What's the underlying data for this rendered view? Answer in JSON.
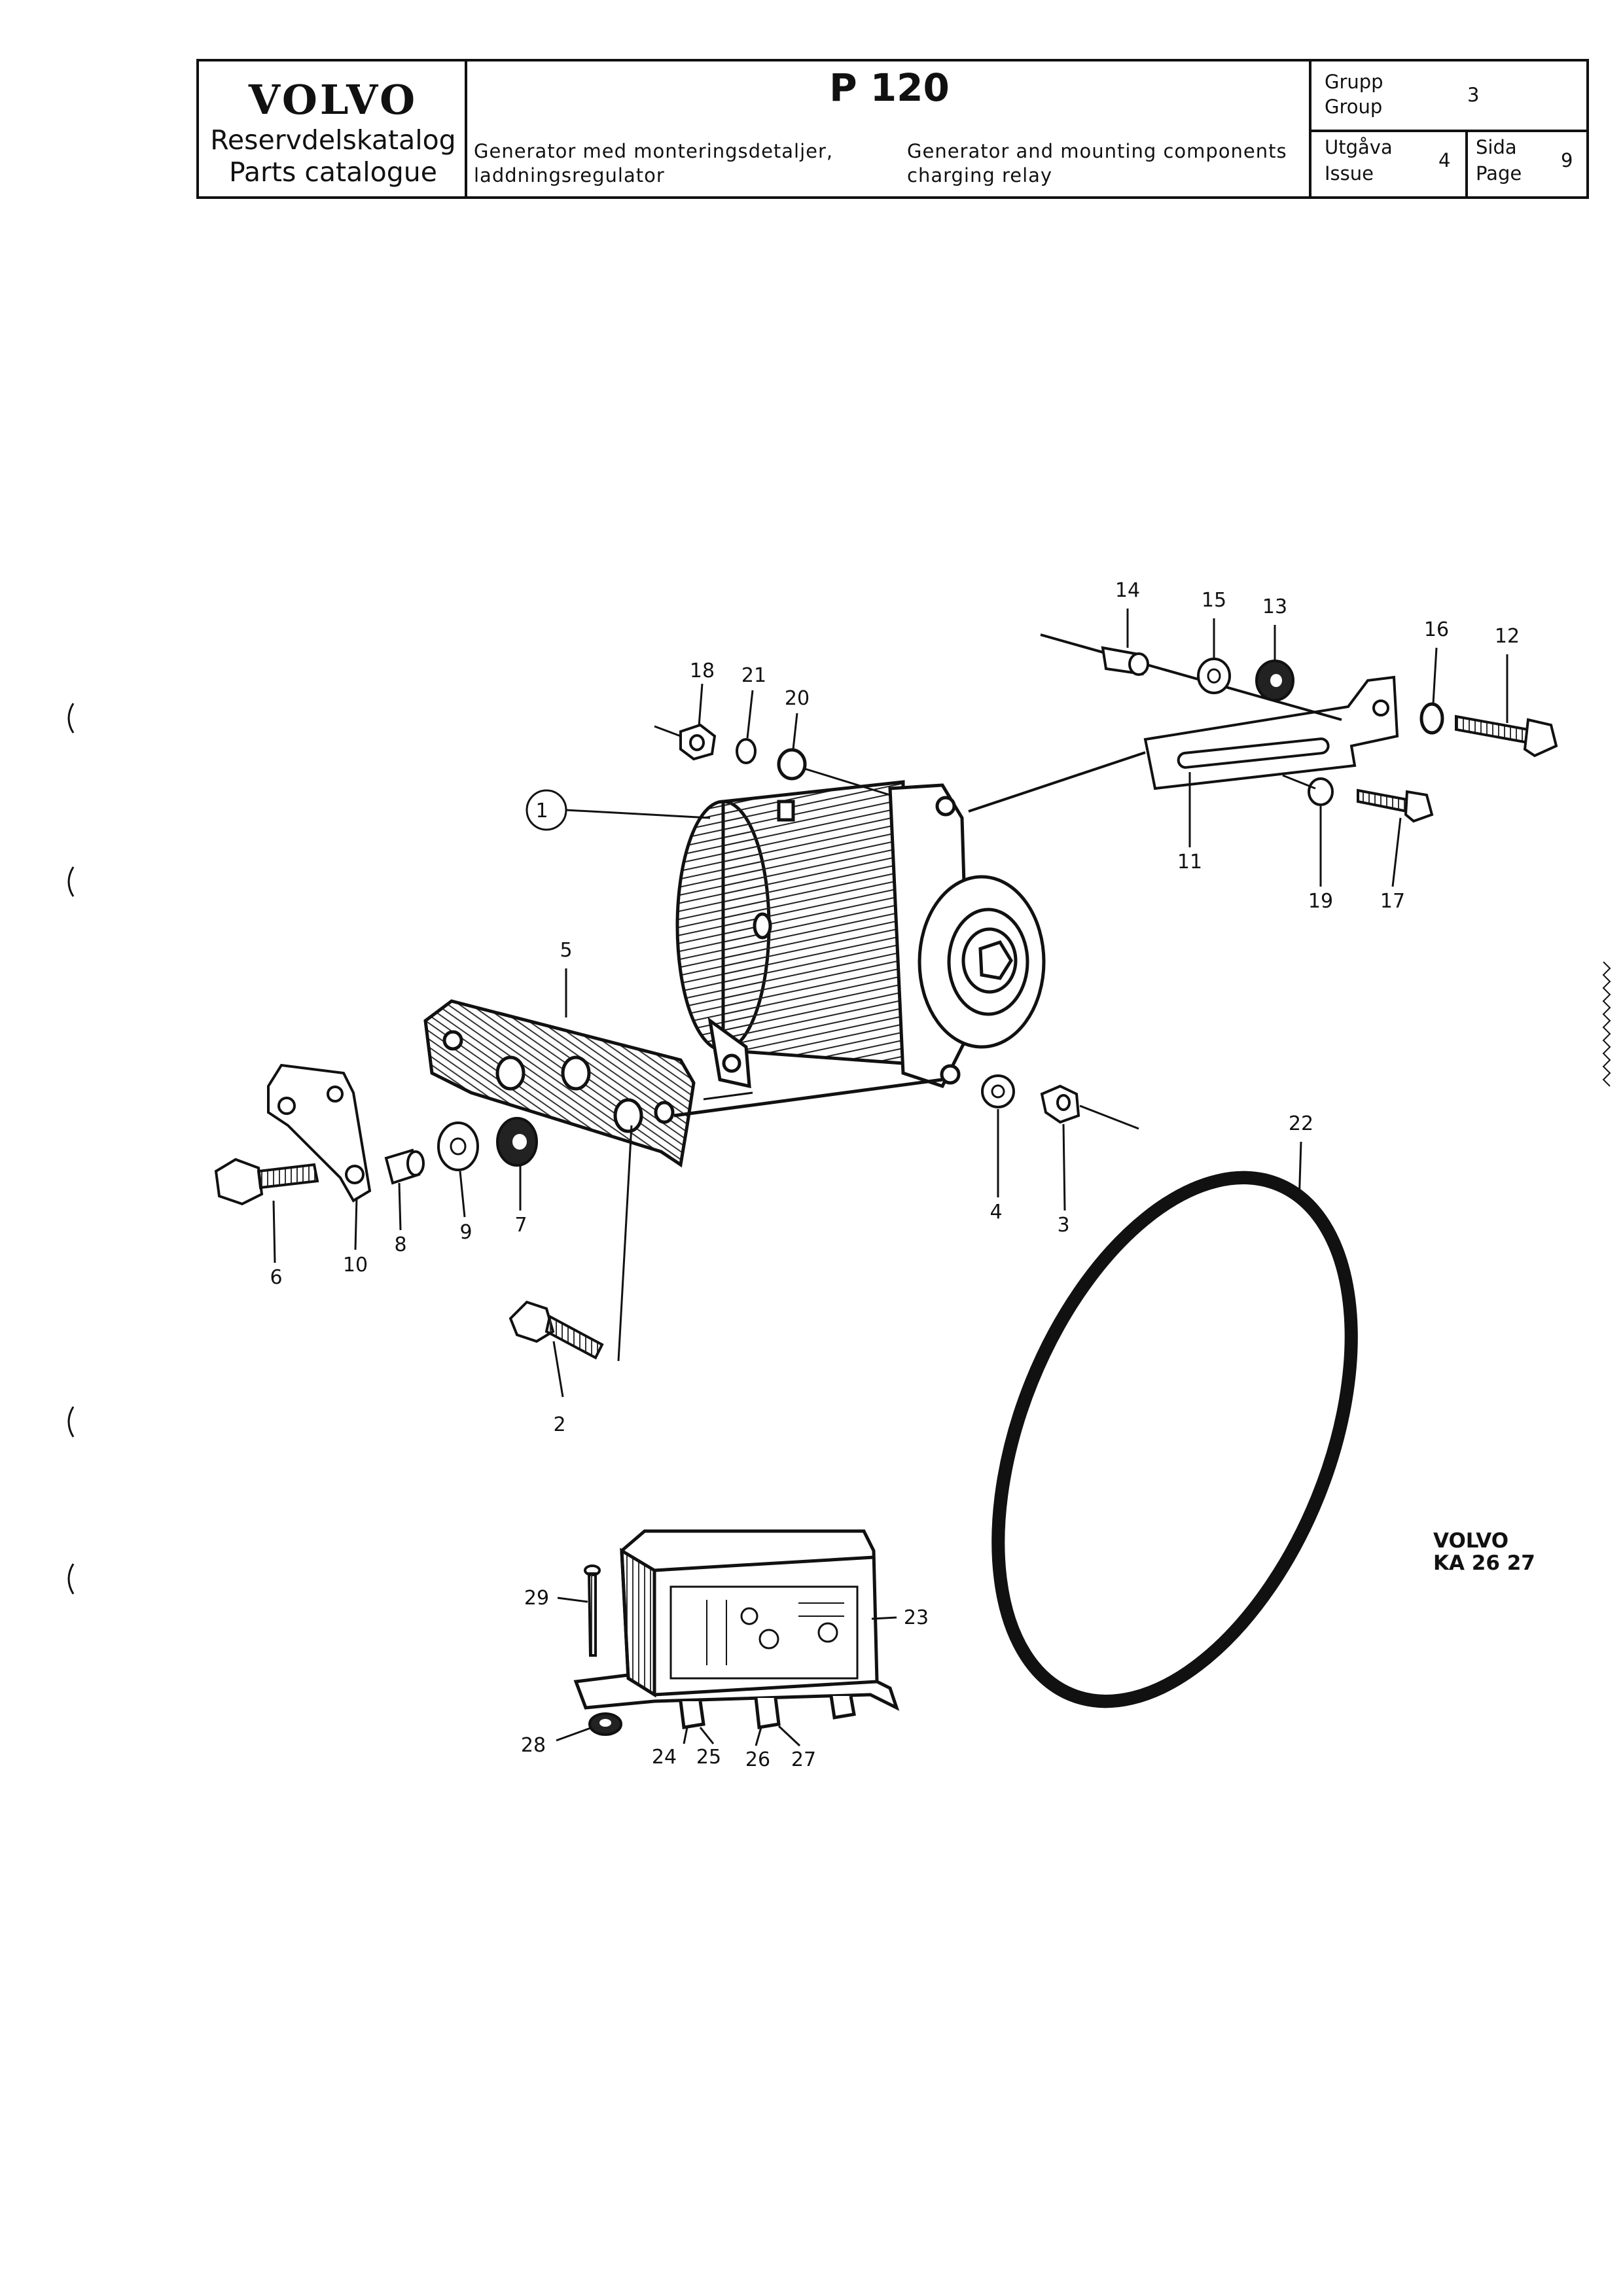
{
  "header": {
    "brand": "VOLVO",
    "catalog_sv": "Reservdelskatalog",
    "catalog_en": "Parts catalogue",
    "model": "P 120",
    "desc_sv_1": "Generator med monteringsdetaljer,",
    "desc_sv_2": "laddningsregulator",
    "desc_en_1": "Generator and mounting components",
    "desc_en_2": "charging relay",
    "group_label_sv": "Grupp",
    "group_label_en": "Group",
    "group_value": "3",
    "issue_label_sv": "Utgåva",
    "issue_label_en": "Issue",
    "issue_value": "4",
    "page_label_sv": "Sida",
    "page_label_en": "Page",
    "page_value": "9"
  },
  "callouts": [
    {
      "n": "1"
    },
    {
      "n": "2"
    },
    {
      "n": "3"
    },
    {
      "n": "4"
    },
    {
      "n": "5"
    },
    {
      "n": "6"
    },
    {
      "n": "7"
    },
    {
      "n": "8"
    },
    {
      "n": "9"
    },
    {
      "n": "10"
    },
    {
      "n": "11"
    },
    {
      "n": "12"
    },
    {
      "n": "13"
    },
    {
      "n": "14"
    },
    {
      "n": "15"
    },
    {
      "n": "16"
    },
    {
      "n": "17"
    },
    {
      "n": "18"
    },
    {
      "n": "19"
    },
    {
      "n": "20"
    },
    {
      "n": "21"
    },
    {
      "n": "22"
    },
    {
      "n": "23"
    },
    {
      "n": "24"
    },
    {
      "n": "25"
    },
    {
      "n": "26"
    },
    {
      "n": "27"
    },
    {
      "n": "28"
    },
    {
      "n": "29"
    }
  ],
  "figure_ref": {
    "line1": "VOLVO",
    "line2": "KA 26 27"
  }
}
